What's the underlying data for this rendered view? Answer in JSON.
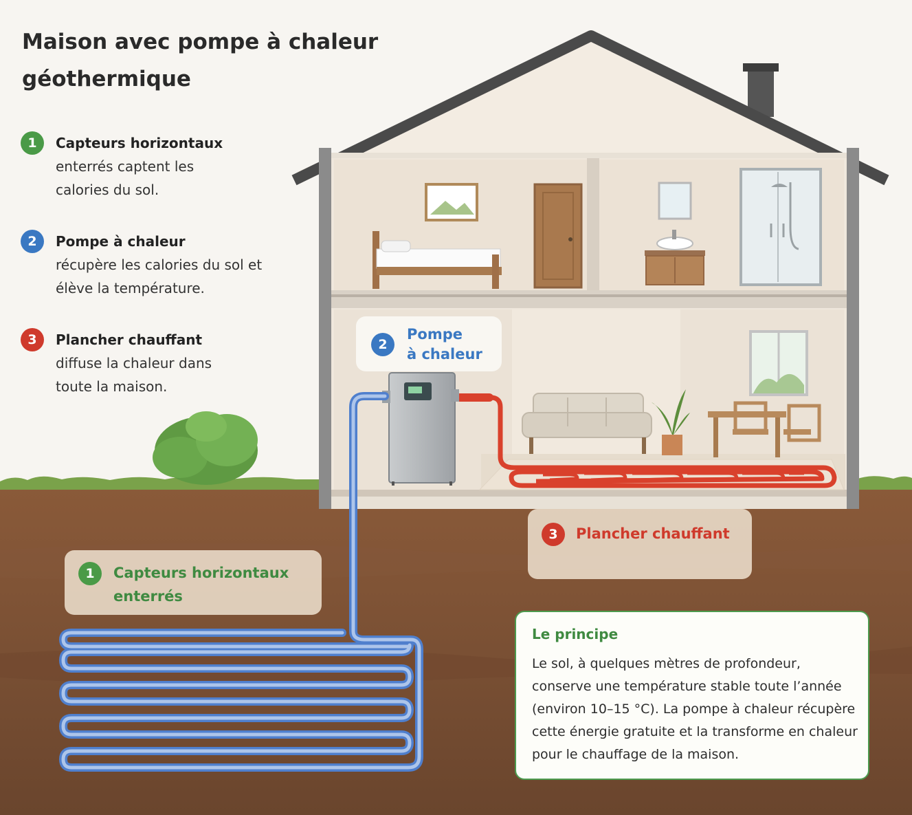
{
  "title": "Maison avec pompe à chaleur géothermique",
  "colors": {
    "green": "#4a9a47",
    "blue": "#3a78c2",
    "red": "#cf3a2c",
    "soil": "#7a5133",
    "grass": "#6f9a3e"
  },
  "legend": [
    {
      "number": "1",
      "title": "Capteurs horizontaux",
      "description": "enterrés captent les calories du sol."
    },
    {
      "number": "2",
      "title": "Pompe à chaleur",
      "description": "récupère les calories du sol et élève la température."
    },
    {
      "number": "3",
      "title": "Plancher chauffant",
      "description": "diffuse la chaleur dans toute la maison."
    }
  ],
  "callouts": {
    "pump": {
      "number": "2",
      "line1": "Pompe",
      "line2": "à chaleur"
    },
    "collectors": {
      "number": "1",
      "line1": "Capteurs horizontaux",
      "line2": "enterrés"
    },
    "floor": {
      "number": "3",
      "line1": "Plancher chauffant"
    }
  },
  "principle": {
    "title": "Le principe",
    "text": "Le sol, à quelques mètres de profondeur, conserve une température stable toute l’année (environ 10–15 °C). La pompe à chaleur récupère cette énergie gratuite et la transforme en chaleur pour le chauffage de la maison."
  },
  "icons": [
    "house-illustration",
    "heat-pump-icon",
    "bed-icon",
    "door-icon",
    "sink-icon",
    "shower-icon",
    "sofa-icon",
    "plant-icon",
    "table-icon",
    "bush-icon",
    "chimney-icon"
  ]
}
